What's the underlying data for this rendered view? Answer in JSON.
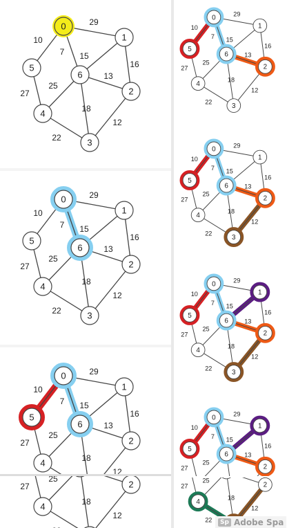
{
  "graph": {
    "nodes": [
      "0",
      "1",
      "2",
      "3",
      "4",
      "5",
      "6"
    ],
    "edges": [
      {
        "a": "0",
        "b": "1",
        "w": "29"
      },
      {
        "a": "0",
        "b": "5",
        "w": "10"
      },
      {
        "a": "0",
        "b": "6",
        "w": "7"
      },
      {
        "a": "1",
        "b": "6",
        "w": "15"
      },
      {
        "a": "1",
        "b": "2",
        "w": "16"
      },
      {
        "a": "6",
        "b": "2",
        "w": "13"
      },
      {
        "a": "5",
        "b": "4",
        "w": "27"
      },
      {
        "a": "6",
        "b": "4",
        "w": "25"
      },
      {
        "a": "6",
        "b": "3",
        "w": "18"
      },
      {
        "a": "2",
        "b": "3",
        "w": "12"
      },
      {
        "a": "4",
        "b": "3",
        "w": "22"
      }
    ]
  },
  "colors": {
    "start_fill": "#f4ec1a",
    "light_blue": "#86cff0",
    "red": "#d62124",
    "orange": "#ee5a16",
    "brown": "#8a5526",
    "purple": "#5b1d82",
    "green": "#1c7a56",
    "edge": "#444444"
  },
  "steps": [
    {
      "id": "left-1",
      "highlight_nodes": {
        "0": "yellow"
      },
      "tree_edges": []
    },
    {
      "id": "left-2",
      "highlight_nodes": {
        "0": "blue",
        "6": "blue"
      },
      "tree_edges": [
        {
          "a": "0",
          "b": "6",
          "c": "blue"
        }
      ]
    },
    {
      "id": "left-3",
      "highlight_nodes": {
        "0": "blue",
        "6": "blue",
        "5": "red"
      },
      "tree_edges": [
        {
          "a": "0",
          "b": "6",
          "c": "blue"
        },
        {
          "a": "0",
          "b": "5",
          "c": "red"
        }
      ]
    },
    {
      "id": "left-4",
      "highlight_nodes": {},
      "tree_edges": []
    },
    {
      "id": "right-1",
      "highlight_nodes": {
        "0": "blue",
        "6": "blue",
        "5": "red",
        "2": "orange"
      },
      "tree_edges": [
        {
          "a": "0",
          "b": "6",
          "c": "blue"
        },
        {
          "a": "0",
          "b": "5",
          "c": "red"
        },
        {
          "a": "6",
          "b": "2",
          "c": "orange"
        }
      ]
    },
    {
      "id": "right-2",
      "highlight_nodes": {
        "0": "blue",
        "6": "blue",
        "5": "red",
        "2": "orange",
        "3": "brown"
      },
      "tree_edges": [
        {
          "a": "0",
          "b": "6",
          "c": "blue"
        },
        {
          "a": "0",
          "b": "5",
          "c": "red"
        },
        {
          "a": "6",
          "b": "2",
          "c": "orange"
        },
        {
          "a": "2",
          "b": "3",
          "c": "brown"
        }
      ]
    },
    {
      "id": "right-3",
      "highlight_nodes": {
        "0": "blue",
        "6": "blue",
        "5": "red",
        "2": "orange",
        "3": "brown",
        "1": "purple"
      },
      "tree_edges": [
        {
          "a": "0",
          "b": "6",
          "c": "blue"
        },
        {
          "a": "0",
          "b": "5",
          "c": "red"
        },
        {
          "a": "6",
          "b": "2",
          "c": "orange"
        },
        {
          "a": "2",
          "b": "3",
          "c": "brown"
        },
        {
          "a": "6",
          "b": "1",
          "c": "purple"
        }
      ]
    },
    {
      "id": "right-4",
      "highlight_nodes": {
        "0": "blue",
        "6": "blue",
        "5": "red",
        "2": "orange",
        "1": "purple"
      },
      "tree_edges": [
        {
          "a": "0",
          "b": "6",
          "c": "blue"
        },
        {
          "a": "0",
          "b": "5",
          "c": "red"
        },
        {
          "a": "6",
          "b": "2",
          "c": "orange"
        },
        {
          "a": "6",
          "b": "1",
          "c": "purple"
        }
      ]
    },
    {
      "id": "right-5",
      "highlight_nodes": {
        "3": "brown",
        "4": "green"
      },
      "tree_edges": [
        {
          "a": "2",
          "b": "3",
          "c": "brown"
        },
        {
          "a": "4",
          "b": "3",
          "c": "green"
        }
      ]
    }
  ],
  "watermark": {
    "logo": "Sp",
    "text": "Adobe Spa"
  }
}
